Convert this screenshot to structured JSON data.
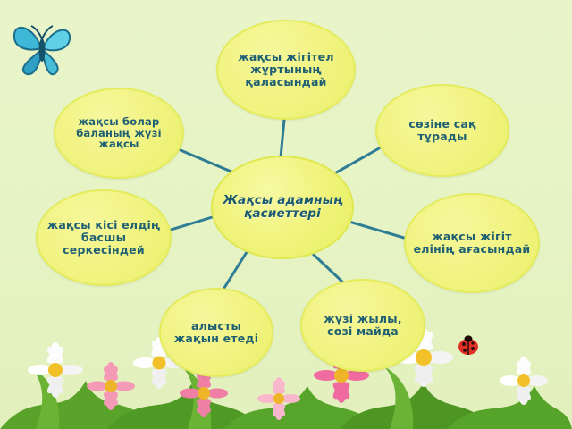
{
  "slide": {
    "background_color": "#e7f3c3",
    "accent_color": "#f1f47f",
    "text_color": "#1e5f73",
    "line_color": "#2f7d94"
  },
  "diagram": {
    "type": "mind-map",
    "center": {
      "label": "Жақсы адамның қасиеттері"
    },
    "nodes": [
      {
        "id": "n0",
        "label": "жақсы жігітел жұртының қаласындай"
      },
      {
        "id": "n1",
        "label": "жақсы болар баланың жүзі жақсы"
      },
      {
        "id": "n2",
        "label": "сөзіне сақ тұрады"
      },
      {
        "id": "n3",
        "label": "жақсы кісі елдің басшы серкесіндей"
      },
      {
        "id": "n4",
        "label": "жақсы жігіт елінің ағасындай"
      },
      {
        "id": "n5",
        "label": "алысты жақын етеді"
      },
      {
        "id": "n6",
        "label": "жүзі жылы, сөзі майда"
      }
    ]
  },
  "decorations": {
    "butterfly": "butterfly-icon",
    "meadow": "flower-meadow-image",
    "ladybug": "ladybug-icon"
  }
}
